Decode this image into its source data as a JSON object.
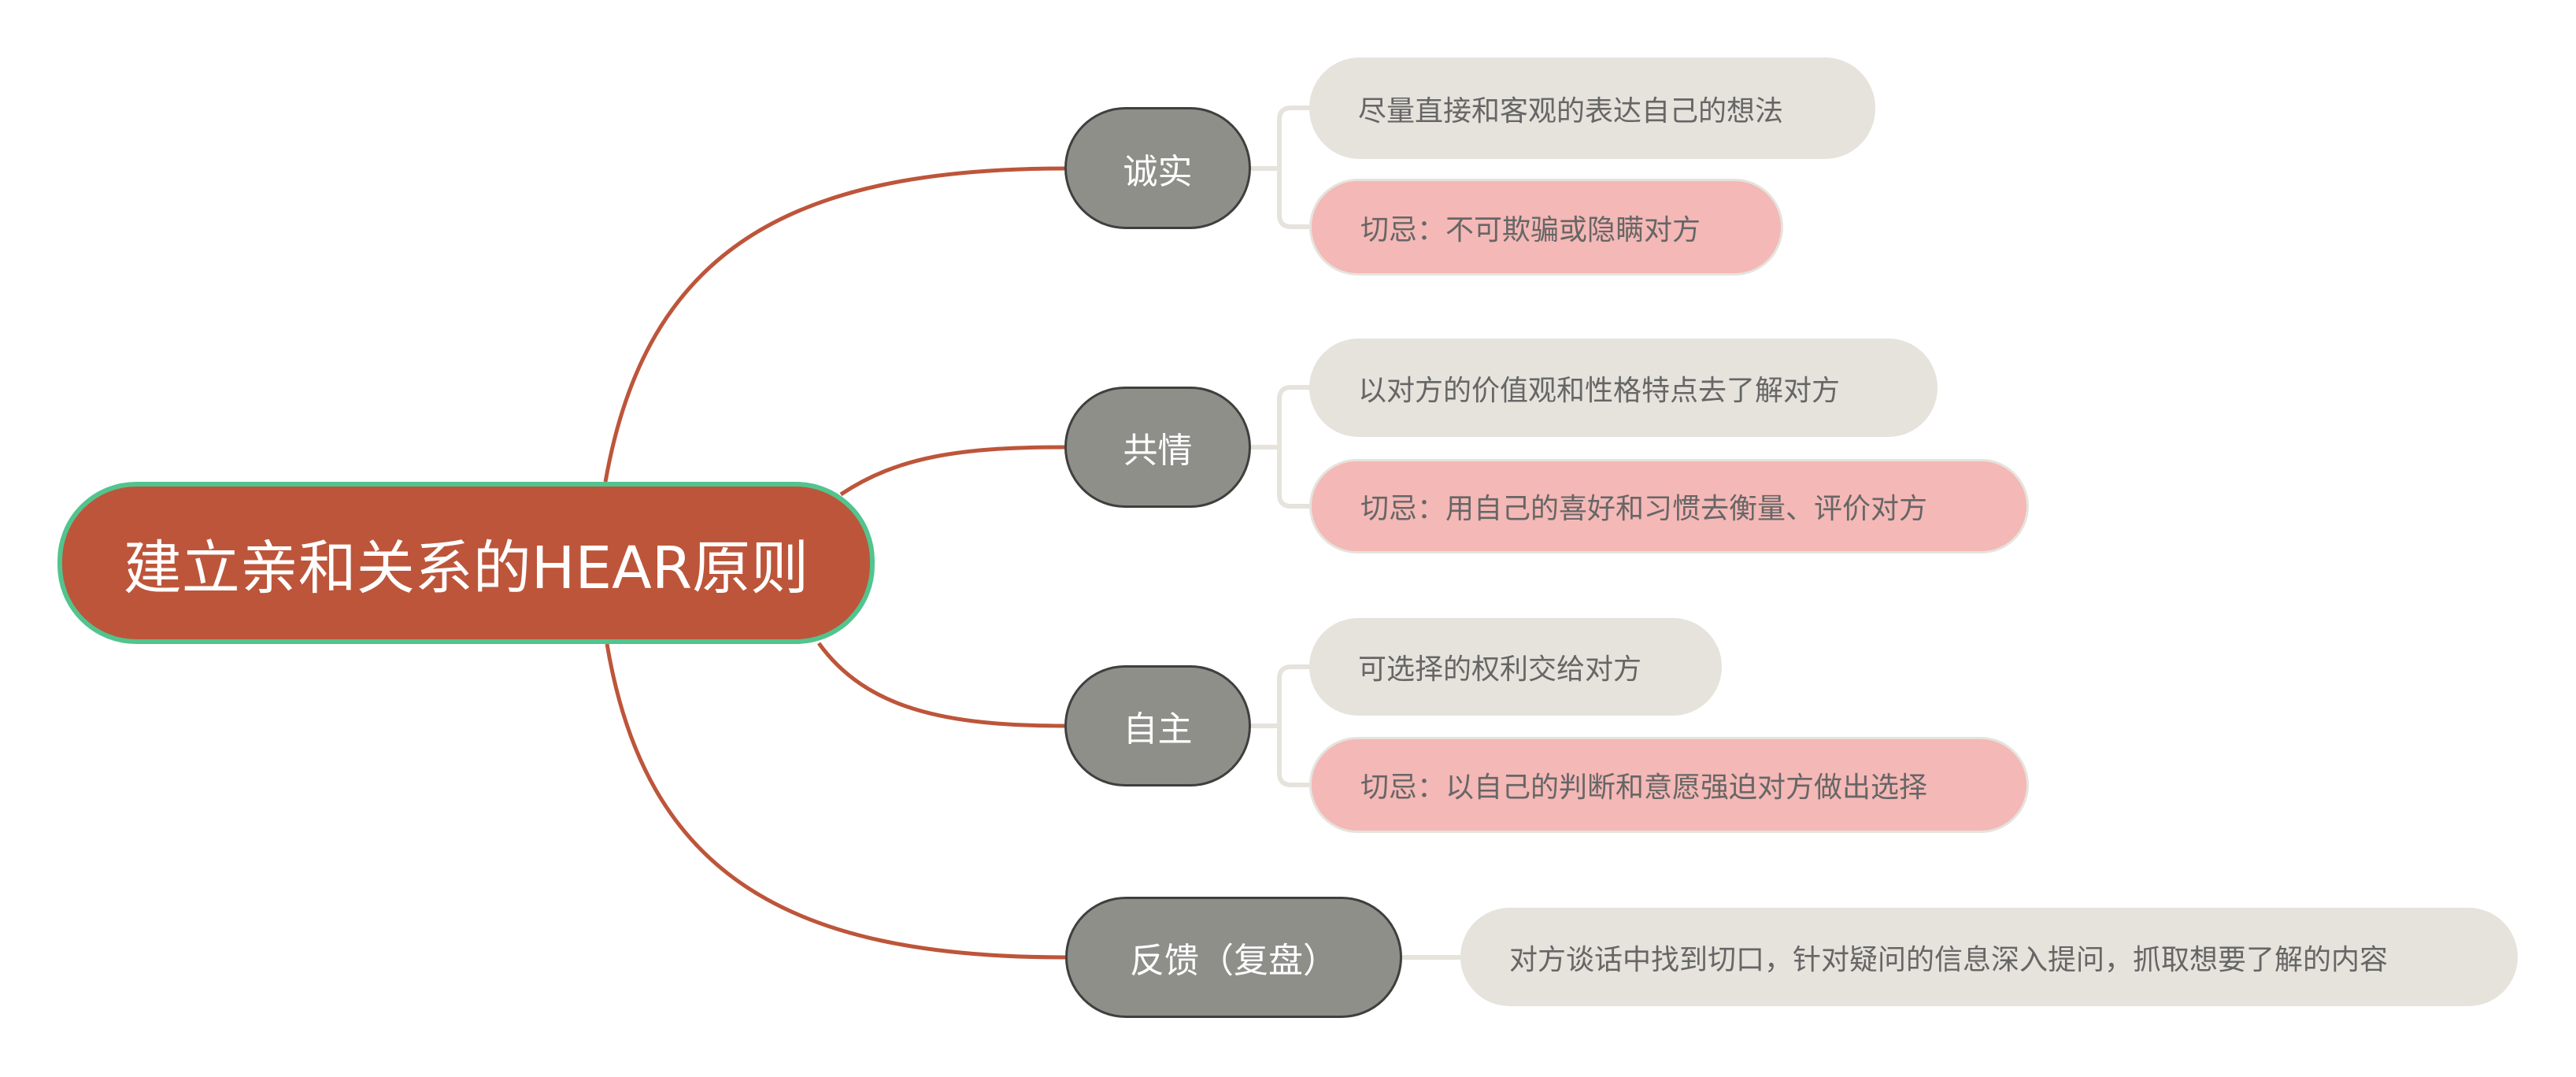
{
  "colors": {
    "root_fill": "#BD553A",
    "root_border": "#52C48E",
    "branch_line": "#BD553A",
    "main_fill": "#8F8F8A",
    "main_border": "#3F3F3F",
    "sub_neutral_fill": "#E5E3DC",
    "sub_warning_fill": "#F4B8B6",
    "connector": "#E5E3DC",
    "sub_text": "#666666"
  },
  "root": {
    "label": "建立亲和关系的HEAR原则"
  },
  "branches": [
    {
      "label": "诚实",
      "children": [
        {
          "label": "尽量直接和客观的表达自己的想法",
          "type": "neutral"
        },
        {
          "label": "切忌：不可欺骗或隐瞒对方",
          "type": "warning"
        }
      ]
    },
    {
      "label": "共情",
      "children": [
        {
          "label": "以对方的价值观和性格特点去了解对方",
          "type": "neutral"
        },
        {
          "label": "切忌：用自己的喜好和习惯去衡量、评价对方",
          "type": "warning"
        }
      ]
    },
    {
      "label": "自主",
      "children": [
        {
          "label": "可选择的权利交给对方",
          "type": "neutral"
        },
        {
          "label": "切忌：以自己的判断和意愿强迫对方做出选择",
          "type": "warning"
        }
      ]
    },
    {
      "label": "反馈（复盘）",
      "children": [
        {
          "label": "对方谈话中找到切口，针对疑问的信息深入提问，抓取想要了解的内容",
          "type": "neutral"
        }
      ]
    }
  ]
}
